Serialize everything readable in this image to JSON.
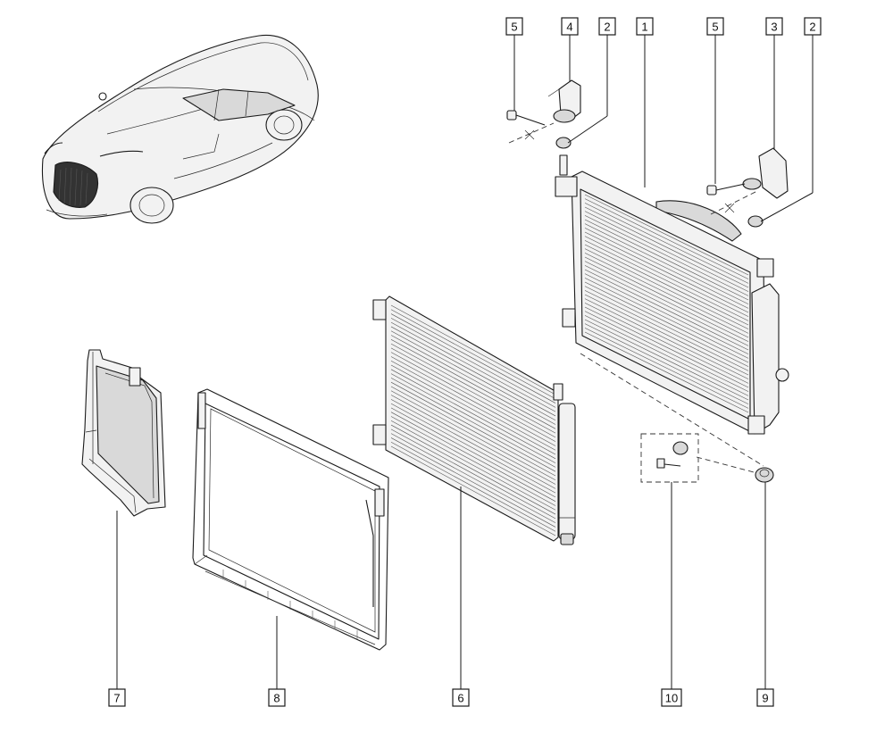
{
  "callouts": [
    {
      "label": "5",
      "target": "bolt-5-left"
    },
    {
      "label": "4",
      "target": "bracket-4"
    },
    {
      "label": "2",
      "target": "bushing-2-left"
    },
    {
      "label": "1",
      "target": "radiator-1"
    },
    {
      "label": "5",
      "target": "bolt-5-right"
    },
    {
      "label": "3",
      "target": "bracket-3"
    },
    {
      "label": "2",
      "target": "bushing-2-right"
    },
    {
      "label": "7",
      "target": "air-duct-7"
    },
    {
      "label": "8",
      "target": "seal-frame-8"
    },
    {
      "label": "6",
      "target": "condenser-6"
    },
    {
      "label": "10",
      "target": "fastener-kit-10"
    },
    {
      "label": "9",
      "target": "lower-mount-9"
    }
  ],
  "colors": {
    "line": "#1a1a1a",
    "fill_light": "#f2f2f2",
    "fill_mid": "#d9d9d9"
  }
}
